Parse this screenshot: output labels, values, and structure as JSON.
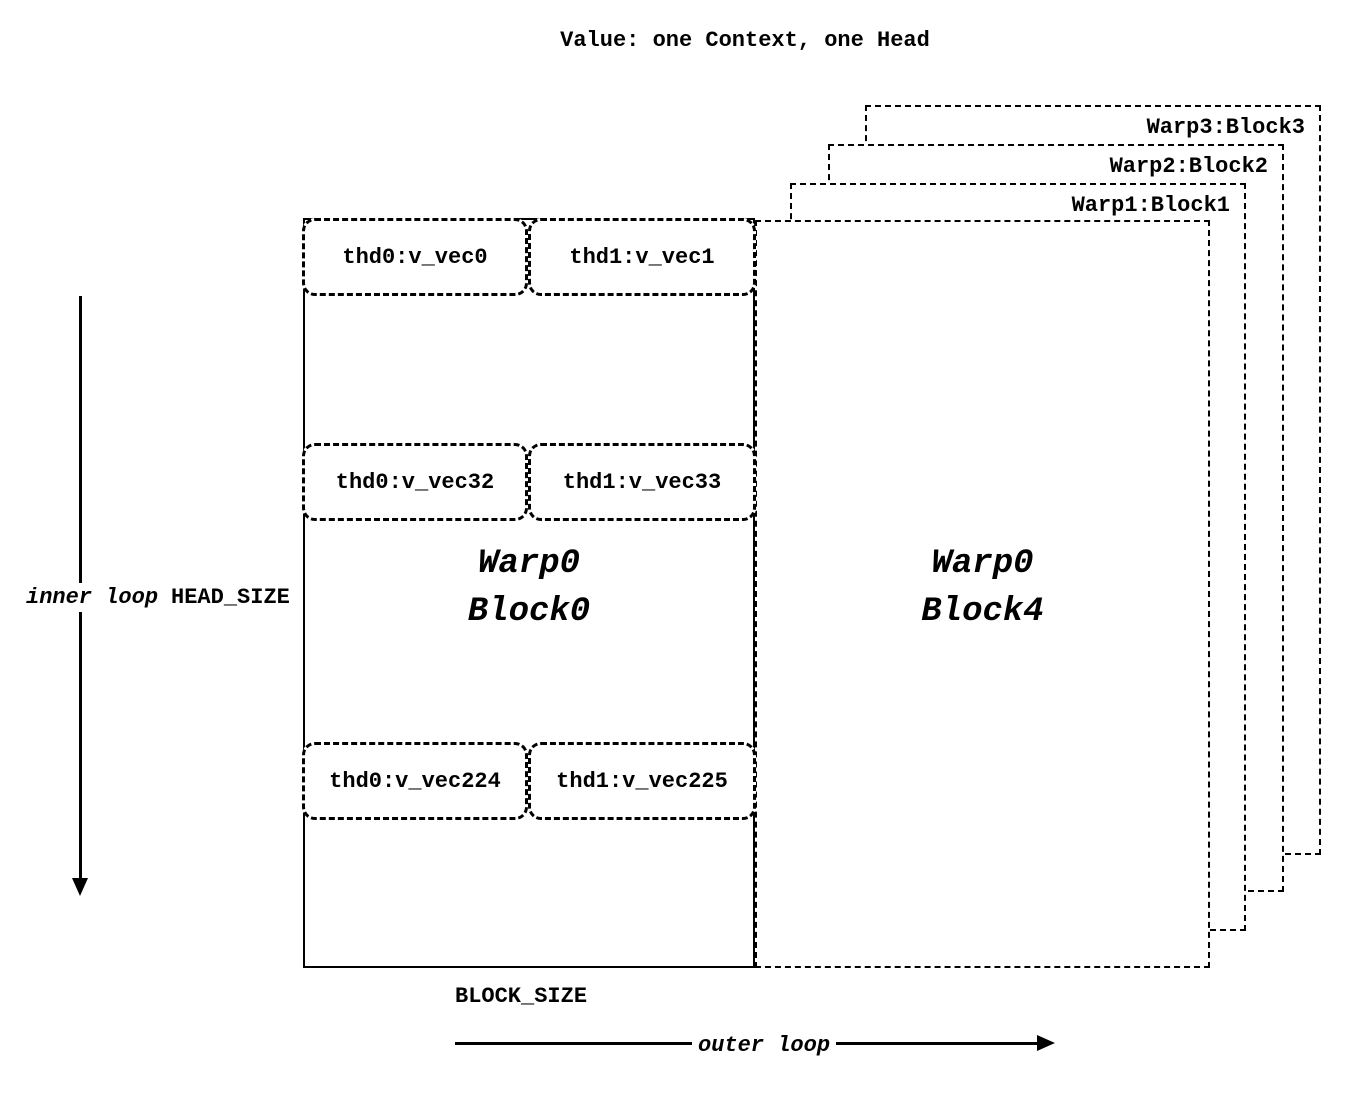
{
  "colors": {
    "ink": "#000000",
    "background": "#ffffff"
  },
  "title": "Value: one Context, one Head",
  "main_block": {
    "warp_line1": "Warp0",
    "warp_line2": "Block0",
    "rows": [
      {
        "cells": [
          {
            "label": "thd0:v_vec0"
          },
          {
            "label": "thd1:v_vec1"
          }
        ]
      },
      {
        "cells": [
          {
            "label": "thd0:v_vec32"
          },
          {
            "label": "thd1:v_vec33"
          }
        ]
      },
      {
        "cells": [
          {
            "label": "thd0:v_vec224"
          },
          {
            "label": "thd1:v_vec225"
          }
        ]
      }
    ]
  },
  "front_block": {
    "warp_line1": "Warp0",
    "warp_line2": "Block4"
  },
  "stacked_blocks": [
    {
      "label": "Warp1:Block1"
    },
    {
      "label": "Warp2:Block2"
    },
    {
      "label": "Warp3:Block3"
    }
  ],
  "annotations": {
    "inner_loop": "inner loop",
    "inner_loop_var": "HEAD_SIZE",
    "outer_loop": "outer loop",
    "block_size": "BLOCK_SIZE"
  }
}
